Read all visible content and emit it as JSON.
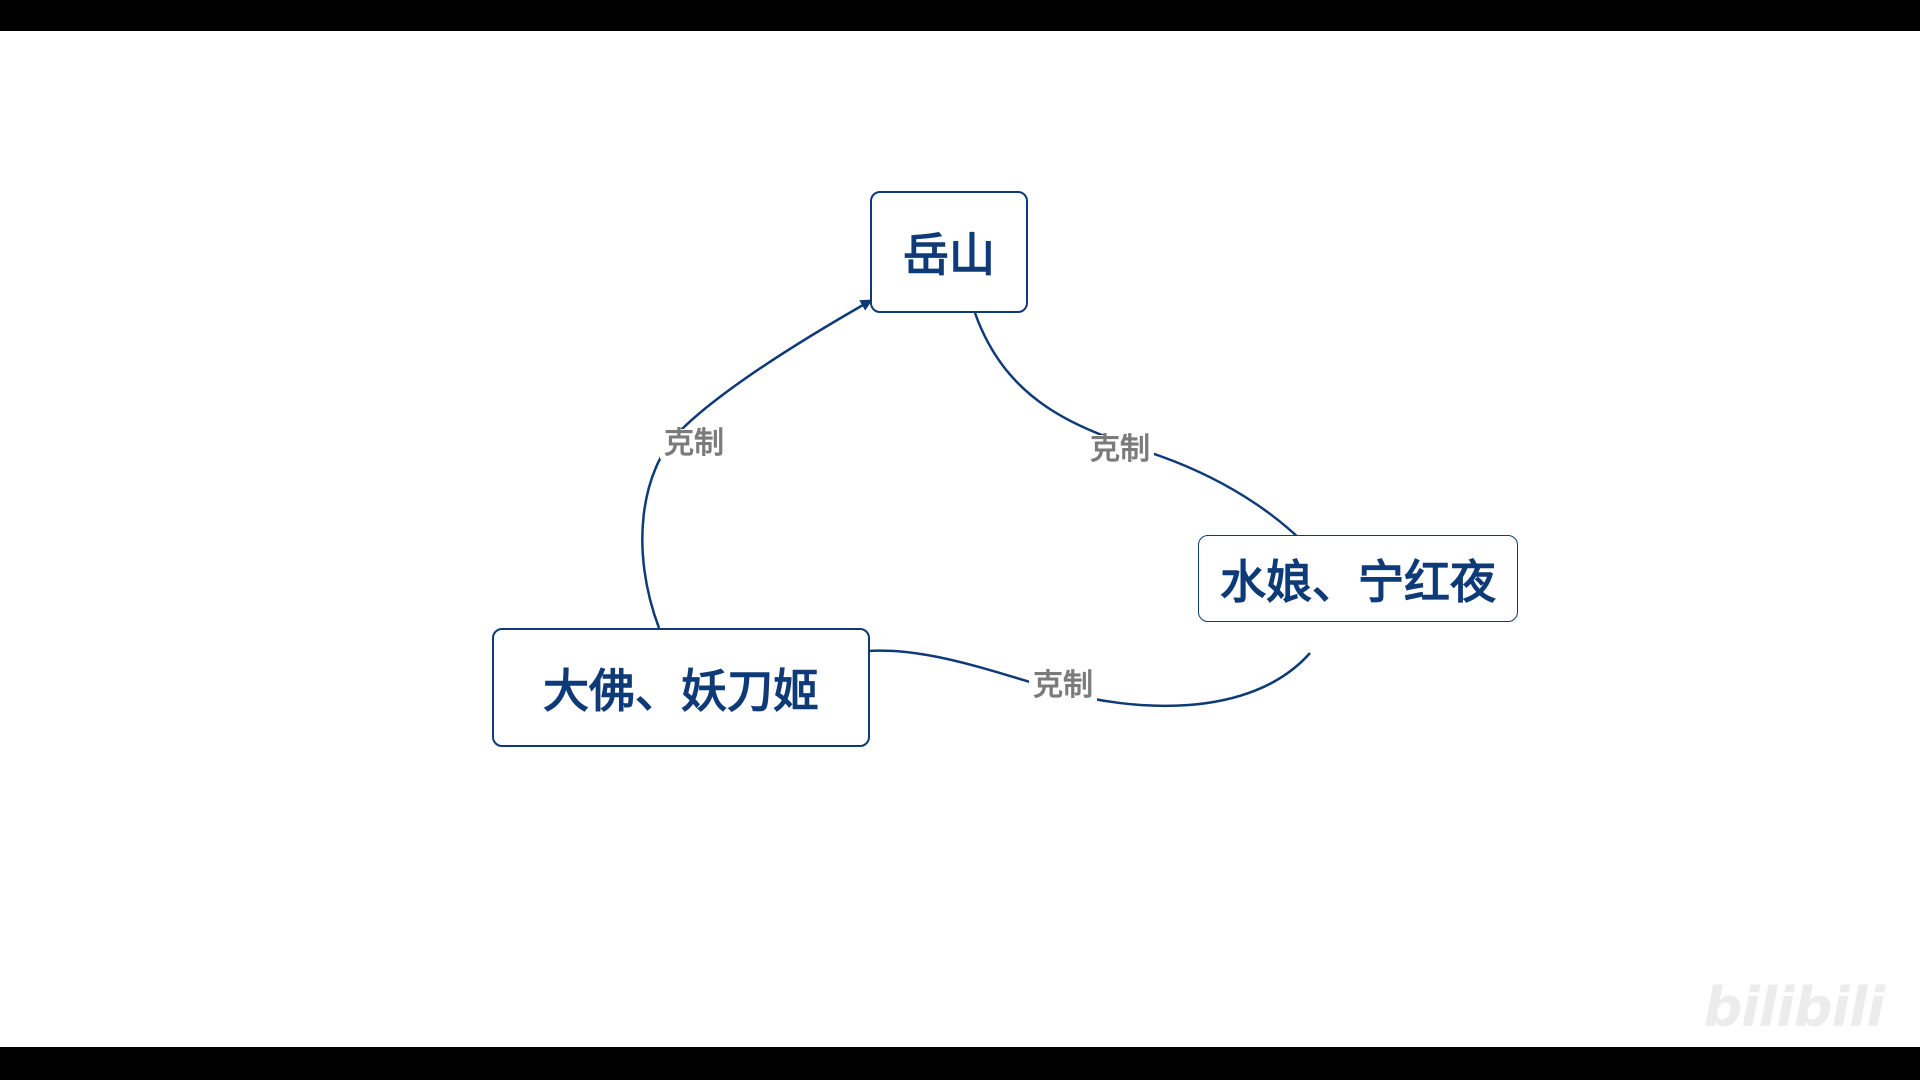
{
  "diagram": {
    "nodes": {
      "top": {
        "label": "岳山"
      },
      "right": {
        "label": "水娘、宁红夜"
      },
      "left": {
        "label": "大佛、妖刀姬"
      }
    },
    "edges": [
      {
        "from": "岳山",
        "to": "水娘、宁红夜",
        "label": "克制"
      },
      {
        "from": "水娘、宁红夜",
        "to": "大佛、妖刀姬",
        "label": "克制"
      },
      {
        "from": "大佛、妖刀姬",
        "to": "岳山",
        "label": "克制"
      }
    ],
    "colors": {
      "node_border": "#0e3a78",
      "node_text": "#0e3a78",
      "edge": "#0e3a78",
      "edge_label": "#7b7b7b"
    }
  },
  "watermark": {
    "text": "bilibili"
  }
}
